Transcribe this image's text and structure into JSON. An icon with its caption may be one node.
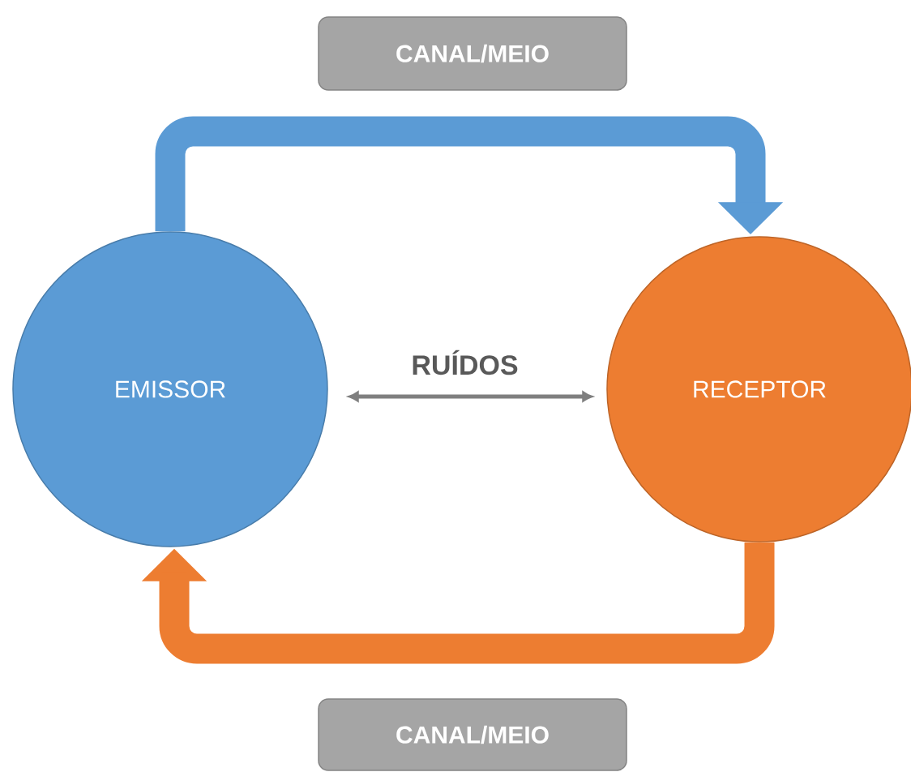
{
  "diagram": {
    "nodes": [
      {
        "text": [
          "EMISSOR"
        ]
      },
      {
        "text": [
          "RECEPTOR"
        ]
      },
      {
        "text": [
          "CANAL/MEIO"
        ]
      },
      {
        "text": [
          "CANAL/MEIO"
        ]
      }
    ],
    "edges": [
      {
        "from": 0,
        "to": 1,
        "arrow": "to",
        "color": "#5b9bd5"
      },
      {
        "from": 1,
        "to": 0,
        "arrow": "to",
        "color": "#ed7d31"
      },
      {
        "from": 0,
        "to": 1,
        "arrow": "both",
        "label": "RUÍDOS",
        "color": "#7f7f7f"
      }
    ]
  }
}
